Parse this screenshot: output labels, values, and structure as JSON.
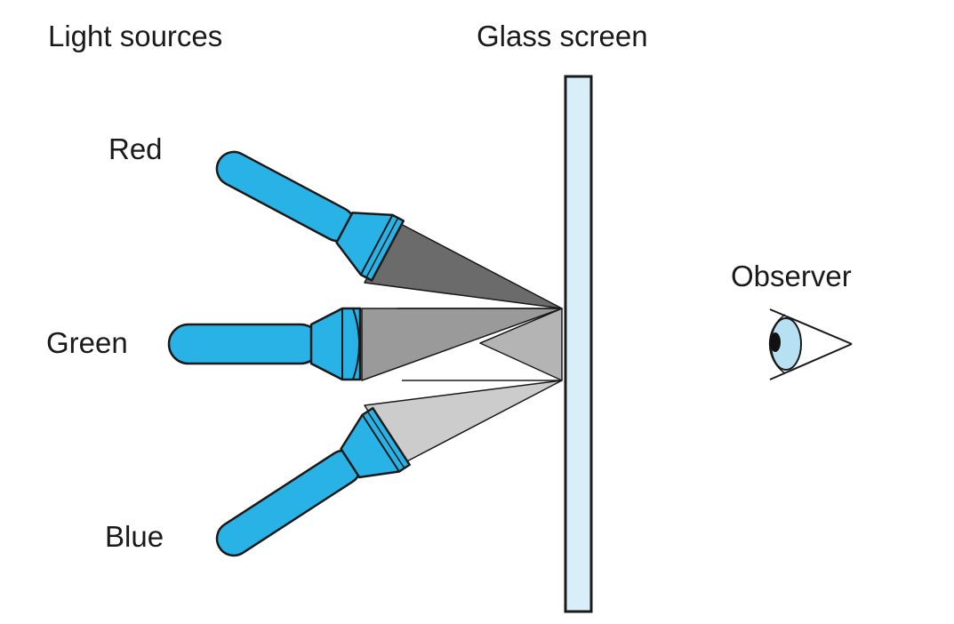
{
  "titles": {
    "light_sources": "Light sources",
    "glass_screen": "Glass screen"
  },
  "sources": [
    {
      "label": "Red"
    },
    {
      "label": "Green"
    },
    {
      "label": "Blue"
    }
  ],
  "observer": {
    "label": "Observer"
  },
  "colors": {
    "flashlight_body": "#29b2e6",
    "flashlight_outline": "#1a1a1a",
    "screen_fill": "#d8eef9",
    "beam_red": "#6b6b6b",
    "beam_green": "#9a9a9a",
    "beam_blue": "#cccccc",
    "beam_overlap_light": "#b4b4b4",
    "eye_iris": "#b7e0f3",
    "eye_pupil": "#111111"
  },
  "icons": {
    "flashlight": "flashlight-icon",
    "eye": "eye-icon"
  }
}
